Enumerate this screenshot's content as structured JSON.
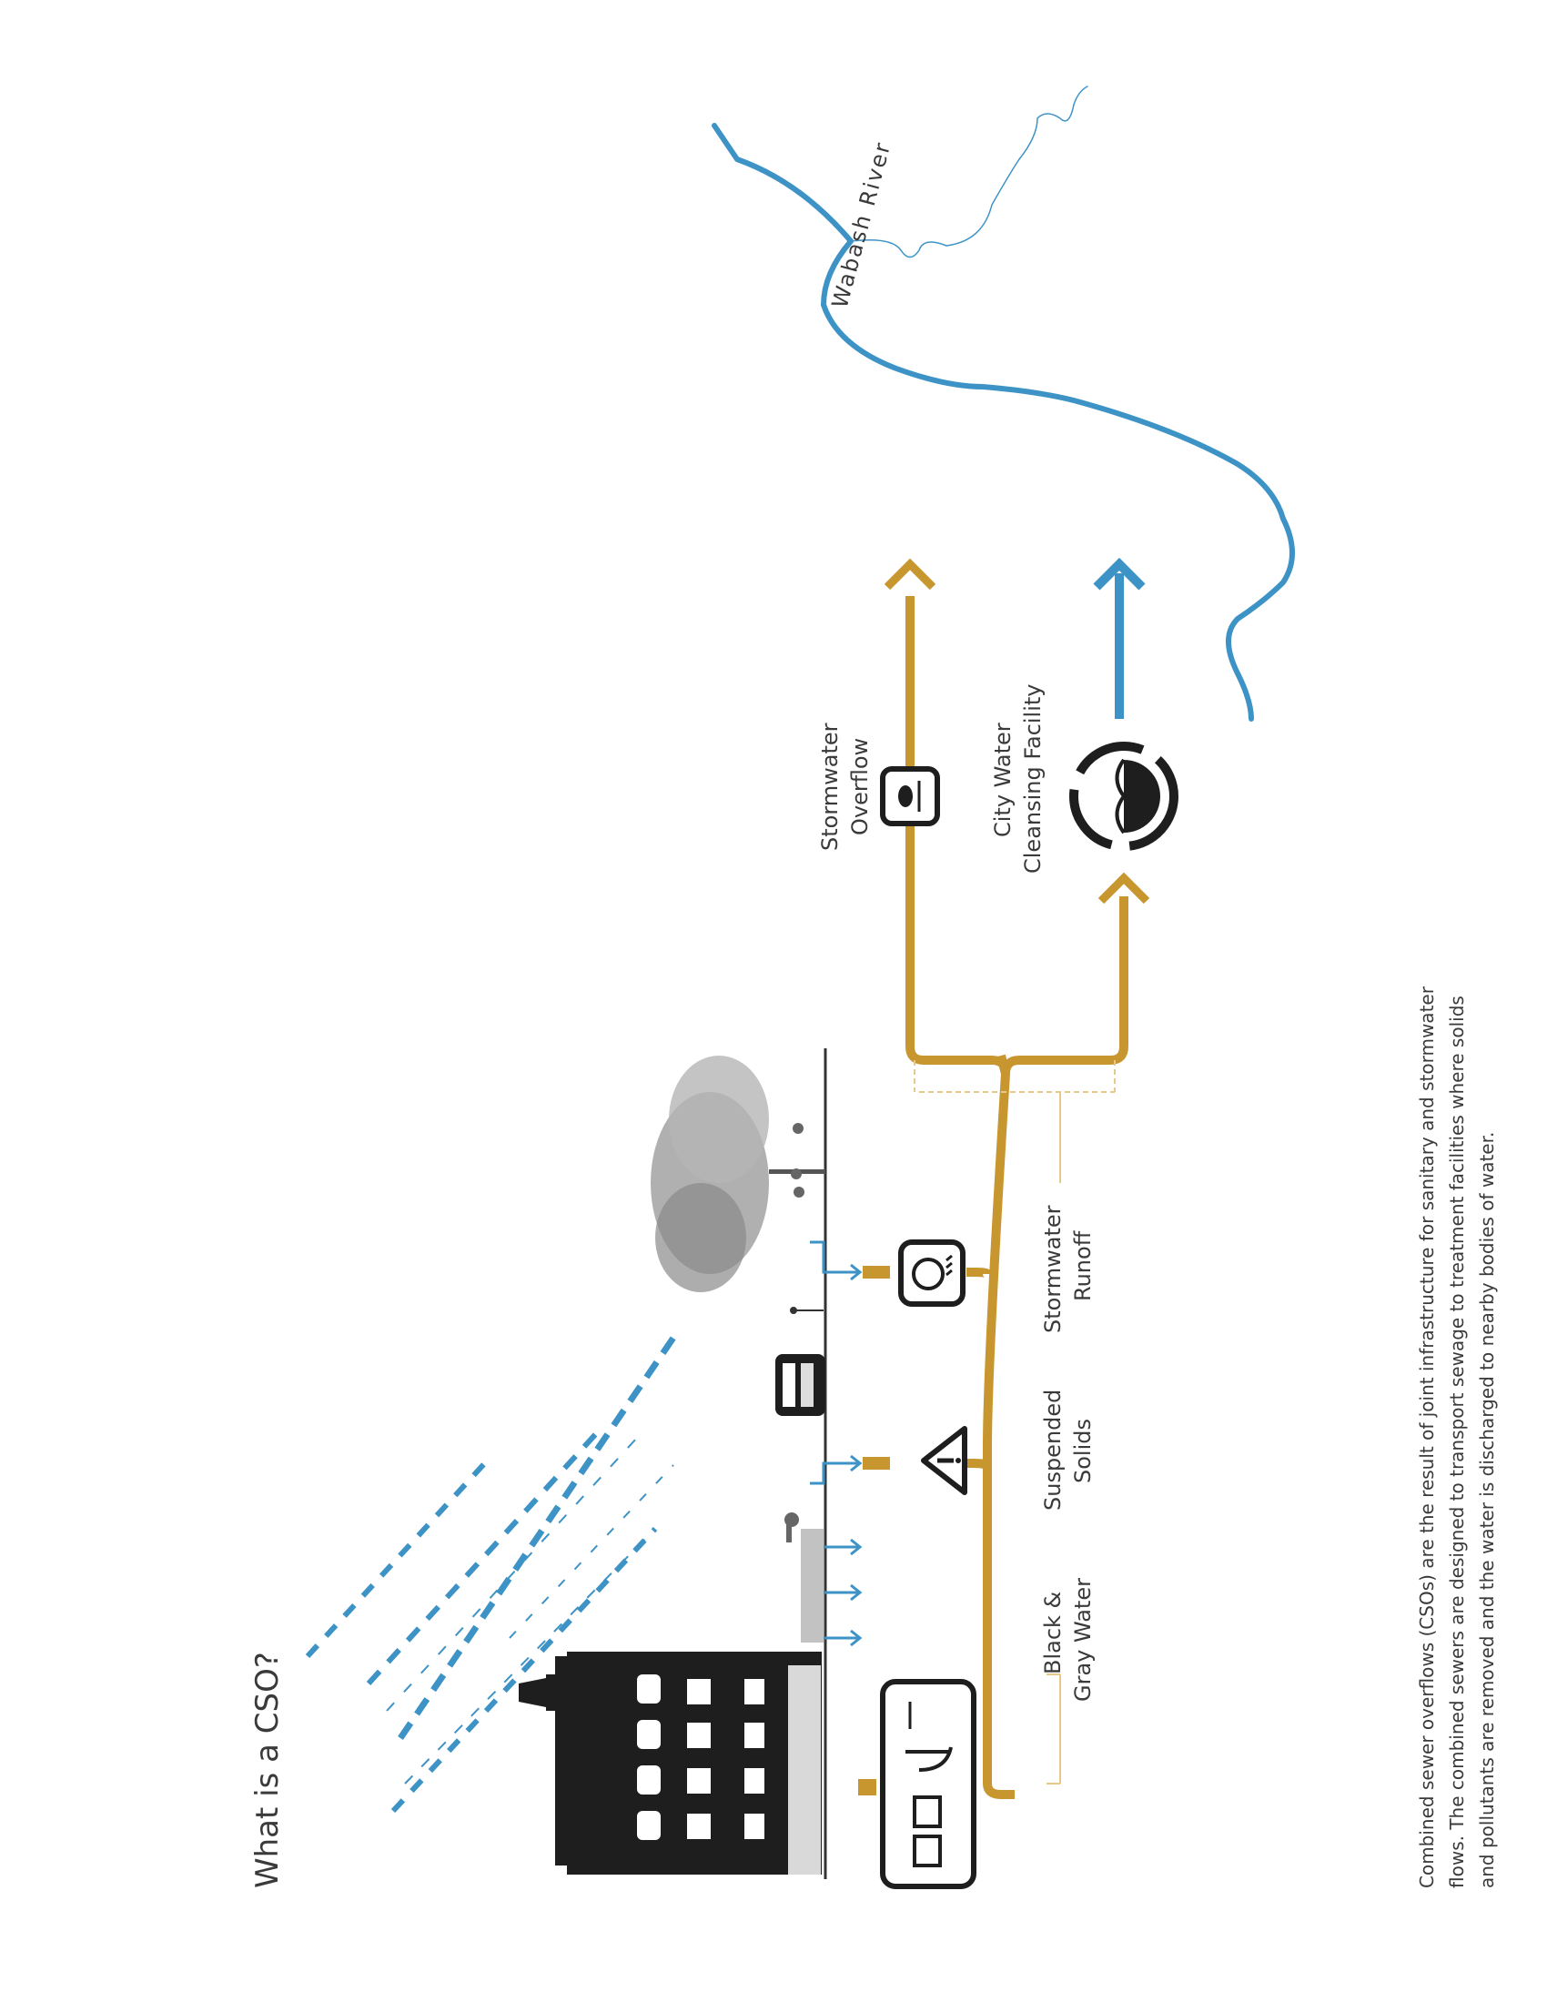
{
  "title": "What is a CSO?",
  "labels": {
    "black_gray_water_1": "Black &",
    "black_gray_water_2": "Gray Water",
    "suspended_solids_1": "Suspended",
    "suspended_solids_2": "Solids",
    "stormwater_runoff_1": "Stormwater",
    "stormwater_runoff_2": "Runoff",
    "stormwater_overflow_1": "Stormwater",
    "stormwater_overflow_2": "Overflow",
    "facility_1": "City Water",
    "facility_2": "Cleansing Facility",
    "river": "Wabash River"
  },
  "caption": {
    "line1": "Combined sewer overflows (CSOs) are the result of joint infrastructure for sanitary and stormwater",
    "line2": "flows. The combined sewers are designed to transport sewage to treatment facilities where solids",
    "line3": "and pollutants are removed and the water is discharged to nearby bodies of water."
  },
  "colors": {
    "sewer": "#c8962e",
    "water": "#3d93c6",
    "ink": "#1f1f1f",
    "text": "#3a3a3a"
  },
  "icons": {
    "sanitary": "toilet-sink-icon",
    "solids": "warning-triangle-icon",
    "runoff": "rain-cloud-icon",
    "overflow": "overflow-outlet-icon",
    "facility": "recycle-cycle-icon"
  }
}
